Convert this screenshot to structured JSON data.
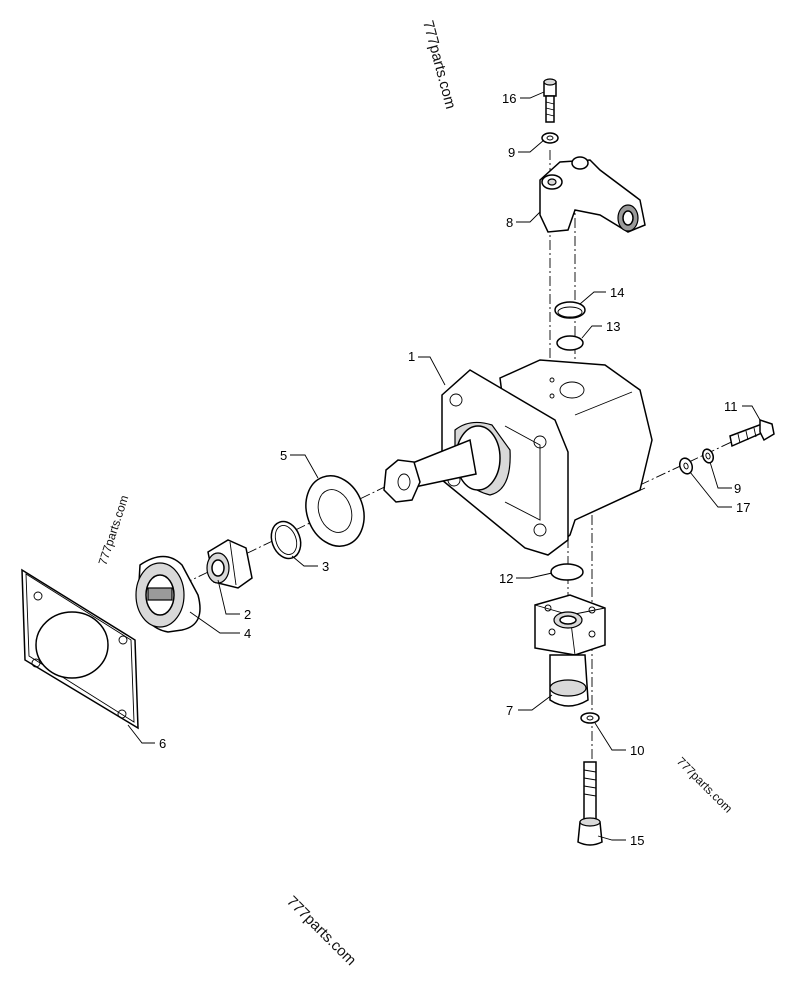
{
  "watermarks": [
    "777parts.com",
    "777parts.com",
    "777parts.com",
    "777parts.com"
  ],
  "callouts": [
    "1",
    "2",
    "3",
    "4",
    "5",
    "6",
    "7",
    "8",
    "9",
    "9",
    "10",
    "11",
    "12",
    "13",
    "14",
    "15",
    "16",
    "17"
  ]
}
